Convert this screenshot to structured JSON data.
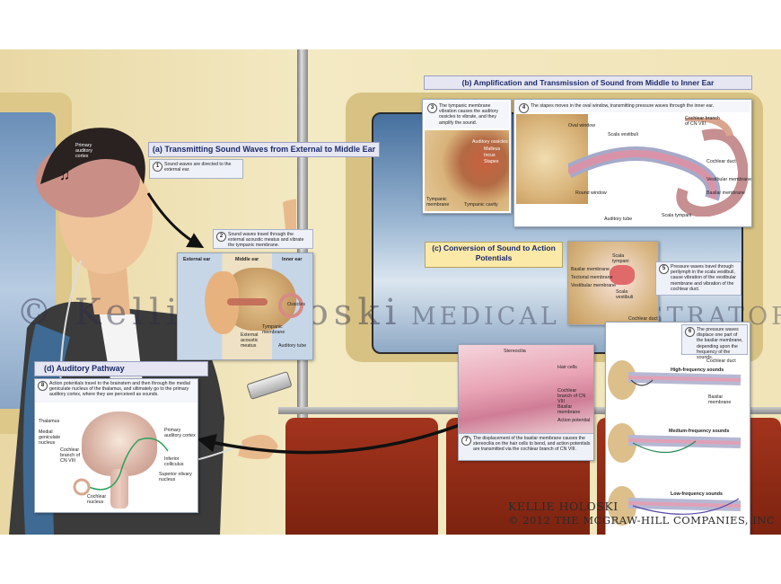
{
  "watermark": {
    "main": "© Kellie Holoski",
    "sub": "MEDICAL ILLUSTRATOR"
  },
  "credits": {
    "line1": "KELLIE HOLOSKI",
    "line2": "© 2012 THE MCGRAW-HILL COMPANIES, INC"
  },
  "headers": {
    "a": "(a) Transmitting Sound Waves from External to Middle Ear",
    "b": "(b) Amplification and Transmission of Sound from Middle to Inner Ear",
    "c": "(c) Conversion of Sound to Action Potentials",
    "d": "(d) Auditory Pathway"
  },
  "steps": [
    {
      "n": "1",
      "text": "Sound waves are directed to the external ear."
    },
    {
      "n": "2",
      "text": "Sound waves travel through the external acoustic meatus and vibrate the tympanic membrane."
    },
    {
      "n": "3",
      "text": "The tympanic membrane vibration causes the auditory ossicles to vibrate, and they amplify the sound."
    },
    {
      "n": "4",
      "text": "The stapes moves in the oval window, transmitting pressure waves through the inner ear."
    },
    {
      "n": "5",
      "text": "Pressure waves travel through perilymph in the scala vestibuli, cause vibration of the vestibular membrane and vibration of the cochlear duct."
    },
    {
      "n": "6",
      "text": "The pressure waves displace one part of the basilar membrane, depending upon the frequency of the sounds."
    },
    {
      "n": "7",
      "text": "The displacement of the basilar membrane causes the stereocilia on the hair cells to bend, and action potentials are transmitted via the cochlear branch of CN VIII."
    },
    {
      "n": "8",
      "text": "Action potentials travel to the brainstem and then through the medial geniculate nucleus of the thalamus, and ultimately go to the primary auditory cortex, where they are perceived as sounds."
    }
  ],
  "labels": {
    "head": {
      "cortex": "Primary auditory cortex"
    },
    "a": {
      "external": "External ear",
      "middle": "Middle ear",
      "inner": "Inner ear",
      "ossicles": "Ossicles",
      "tympanic": "Tympanic membrane",
      "meatus": "External acoustic meatus",
      "tube": "Auditory tube"
    },
    "b3": {
      "ossicles": "Auditory ossicles",
      "malleus": "Malleus",
      "incus": "Incus",
      "stapes": "Stapes",
      "tympanic": "Tympanic membrane",
      "cavity": "Tympanic cavity"
    },
    "b4": {
      "oval": "Oval window",
      "vestibuli": "Scala vestibuli",
      "cochlear_branch": "Cochlear branch of CN VIII",
      "cochlear_duct": "Cochlear duct",
      "vestibular": "Vestibular membrane",
      "basilar": "Basilar membrane",
      "tympani": "Scala tympani",
      "round": "Round window",
      "tube": "Auditory tube"
    },
    "c": {
      "tympani": "Scala tympani",
      "basilar": "Basilar membrane",
      "tectorial": "Tectorial membrane",
      "vestibular": "Vestibular membrane",
      "vestibuli": "Scala vestibuli",
      "duct": "Cochlear duct"
    },
    "c7": {
      "stereocilia": "Stereocilia",
      "hair": "Hair cells",
      "branch": "Cochlear branch of CN VIII",
      "basilar": "Basilar membrane",
      "ap": "Action potential"
    },
    "c6": {
      "duct": "Cochlear duct",
      "high": "High-frequency sounds",
      "basilar": "Basilar membrane",
      "medium": "Medium-frequency sounds",
      "low": "Low-frequency sounds"
    },
    "d": {
      "thalamus": "Thalamus",
      "mgn": "Medial geniculate nucleus",
      "branch": "Cochlear branch of CN VIII",
      "nucleus": "Cochlear nucleus",
      "cortex": "Primary auditory cortex",
      "colliculus": "Inferior colliculus",
      "olivary": "Superior olivary nucleus"
    }
  },
  "colors": {
    "header_bg": "#e6e6f2",
    "header_text": "#1b2a6a",
    "seat": "#8e2c16",
    "wall": "#efe2b2",
    "window_sky": "#5d86b4",
    "caption_bg": "#eef1f8"
  }
}
